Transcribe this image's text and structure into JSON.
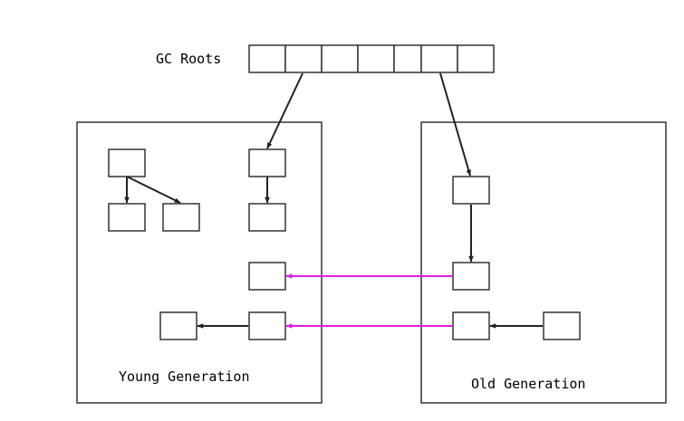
{
  "labels": {
    "gc_roots": "GC Roots",
    "young_generation": "Young Generation",
    "old_generation": "Old Generation"
  },
  "colors": {
    "line": "#222222",
    "cross_reference": "#e020e0"
  }
}
